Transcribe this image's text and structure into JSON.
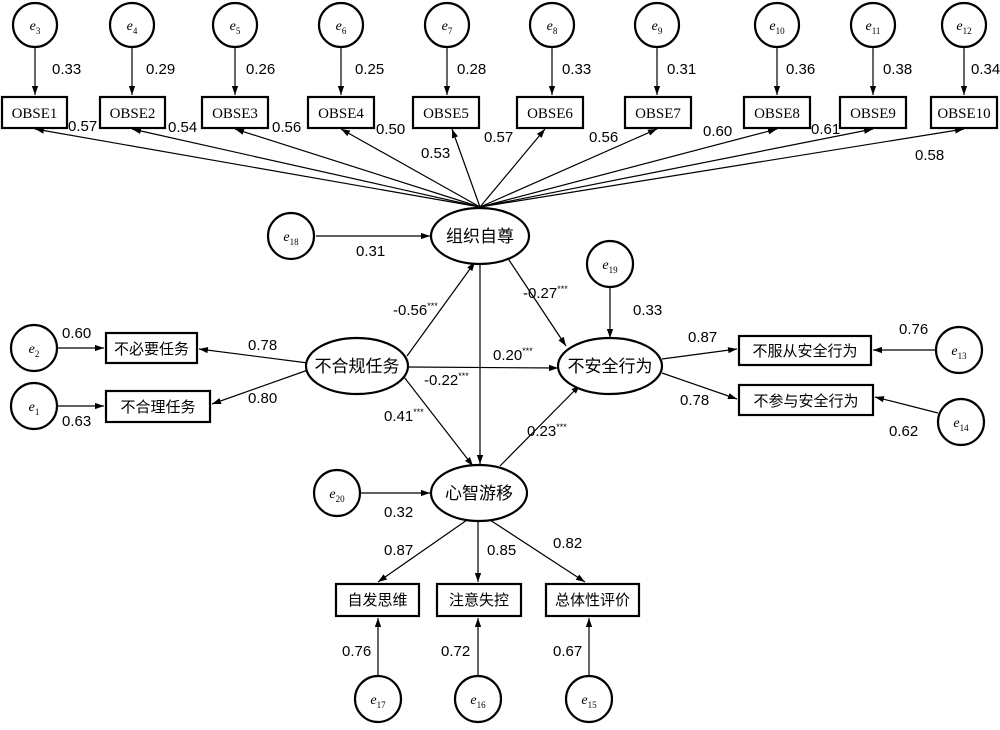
{
  "latents": {
    "obse": "组织自尊",
    "noncompliant_task": "不合规任务",
    "unsafe_behavior": "不安全行为",
    "mind_wandering": "心智游移"
  },
  "indicators": {
    "obse": [
      "OBSE1",
      "OBSE2",
      "OBSE3",
      "OBSE4",
      "OBSE5",
      "OBSE6",
      "OBSE7",
      "OBSE8",
      "OBSE9",
      "OBSE10"
    ],
    "task": [
      "不必要任务",
      "不合理任务"
    ],
    "behavior": [
      "不服从安全行为",
      "不参与安全行为"
    ],
    "mind": [
      "自发思维",
      "注意失控",
      "总体性评价"
    ]
  },
  "errors": {
    "e_letter": "e",
    "obse": [
      "3",
      "4",
      "5",
      "6",
      "7",
      "8",
      "9",
      "10",
      "11",
      "12"
    ],
    "task": [
      "2",
      "1"
    ],
    "behavior": [
      "13",
      "14"
    ],
    "mind": [
      "17",
      "16",
      "15"
    ],
    "latent_obse": "18",
    "latent_behavior": "19",
    "latent_mind": "20"
  },
  "coefficients": {
    "obse_error": [
      "0.33",
      "0.29",
      "0.26",
      "0.25",
      "0.28",
      "0.33",
      "0.31",
      "0.36",
      "0.38",
      "0.34"
    ],
    "obse_loading": [
      "0.57",
      "0.54",
      "0.56",
      "0.50",
      "0.53",
      "0.57",
      "0.56",
      "0.60",
      "0.61",
      "0.58"
    ],
    "task_error": [
      "0.60",
      "0.63"
    ],
    "task_loading": [
      "0.78",
      "0.80"
    ],
    "behavior_loading": [
      "0.87",
      "0.78"
    ],
    "behavior_error": [
      "0.76",
      "0.62"
    ],
    "mind_loading": [
      "0.87",
      "0.85",
      "0.82"
    ],
    "mind_error": [
      "0.76",
      "0.72",
      "0.67"
    ],
    "e18": "0.31",
    "e19": "0.33",
    "e20": "0.32",
    "path_task_obse": "-0.56",
    "path_obse_behavior": "-0.27",
    "path_task_behavior": "0.20",
    "path_obse_mind": "-0.22",
    "path_task_mind": "0.41",
    "path_mind_behavior": "0.23",
    "significance": "***"
  }
}
